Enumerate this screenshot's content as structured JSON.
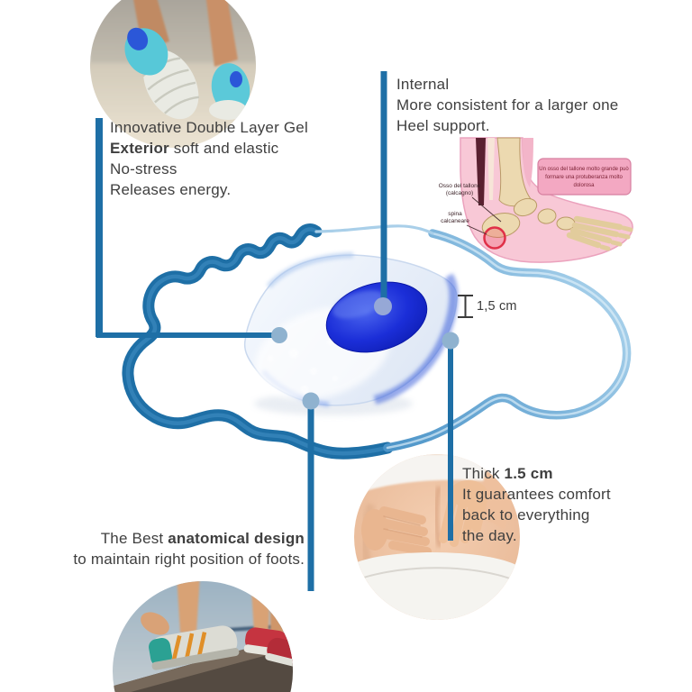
{
  "colors": {
    "accent_blue": "#1e6fa6",
    "cloud_light_blue": "#9fc9e6",
    "callout_dot": "#8fb2cf",
    "body_text": "#3f3f3f",
    "gel_blue": "#1c2fd0",
    "anatomy_pink": "#f3a8c2",
    "bone_tan": "#ecd9b0",
    "highlight_red": "#e03048"
  },
  "exterior_callout": {
    "line1": "Innovative Double Layer Gel",
    "line2_bold": "Exterior",
    "line2_rest": " soft and elastic",
    "line3": "No-stress",
    "line4": "Releases energy."
  },
  "internal_callout": {
    "line1": "Internal",
    "line2": "More consistent for a larger one",
    "line3": "Heel support."
  },
  "thickness_callout": {
    "line1_normal": "Thick ",
    "line1_bold": "1.5 cm",
    "line2": "It guarantees comfort",
    "line3": "back to everything",
    "line4": "the day."
  },
  "anatomical_callout": {
    "line1_normal": "The Best ",
    "line1_bold": "anatomical design",
    "line2": "to maintain right position of foots."
  },
  "measurement_label": "1,5 cm",
  "foot_diagram": {
    "info_box": {
      "line1": "Un osso del tallone molto grande può",
      "line2": "formare una protuberanza molto",
      "line3": "dolorosa"
    },
    "heel_bone_label": {
      "line1": "Osso del tallone",
      "line2": "(calcagno)"
    },
    "heel_spur_label": {
      "line1": "spina",
      "line2": "calcaneare"
    }
  }
}
